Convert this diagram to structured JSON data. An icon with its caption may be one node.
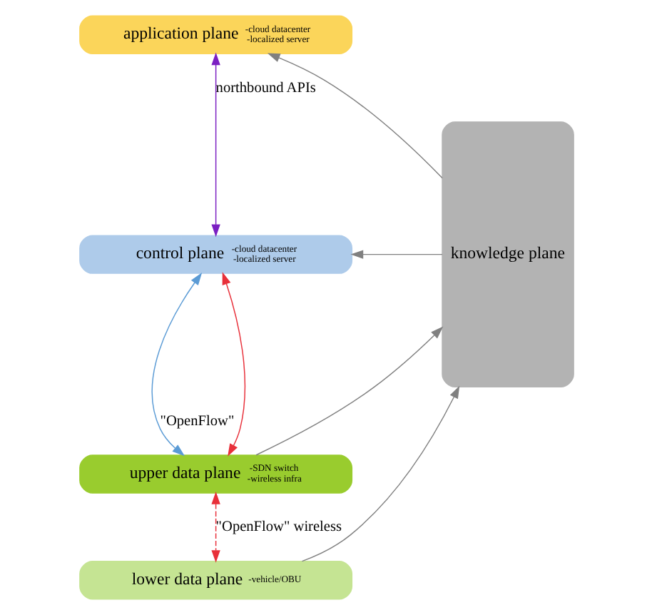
{
  "diagram": {
    "nodes": [
      {
        "text": [
          "application plane",
          "-cloud datacenter",
          "-localized server"
        ]
      },
      {
        "text": [
          "control plane",
          "-cloud datacenter",
          "-localized server"
        ]
      },
      {
        "text": [
          "upper data plane",
          "-SDN switch",
          "-wireless infra"
        ]
      },
      {
        "text": [
          "lower data plane",
          "-vehicle/OBU"
        ]
      },
      {
        "text": [
          "knowledge plane"
        ]
      }
    ],
    "edges": [
      {
        "from": 0,
        "to": 1,
        "arrow": "both",
        "label": "northbound APIs",
        "color": "#7b1fc2"
      },
      {
        "from": 1,
        "to": 2,
        "arrow": "both",
        "label": "\"OpenFlow\"",
        "color": "#5b9bd5"
      },
      {
        "from": 1,
        "to": 2,
        "arrow": "both",
        "color": "#e8303a"
      },
      {
        "from": 2,
        "to": 3,
        "arrow": "both",
        "label": "\"OpenFlow\" wireless",
        "color": "#e8303a",
        "style": "dashed"
      },
      {
        "from": 4,
        "to": 0,
        "arrow": "to"
      },
      {
        "from": 4,
        "to": 1,
        "arrow": "to"
      },
      {
        "from": 2,
        "to": 4,
        "arrow": "to"
      },
      {
        "from": 3,
        "to": 4,
        "arrow": "to"
      }
    ]
  }
}
